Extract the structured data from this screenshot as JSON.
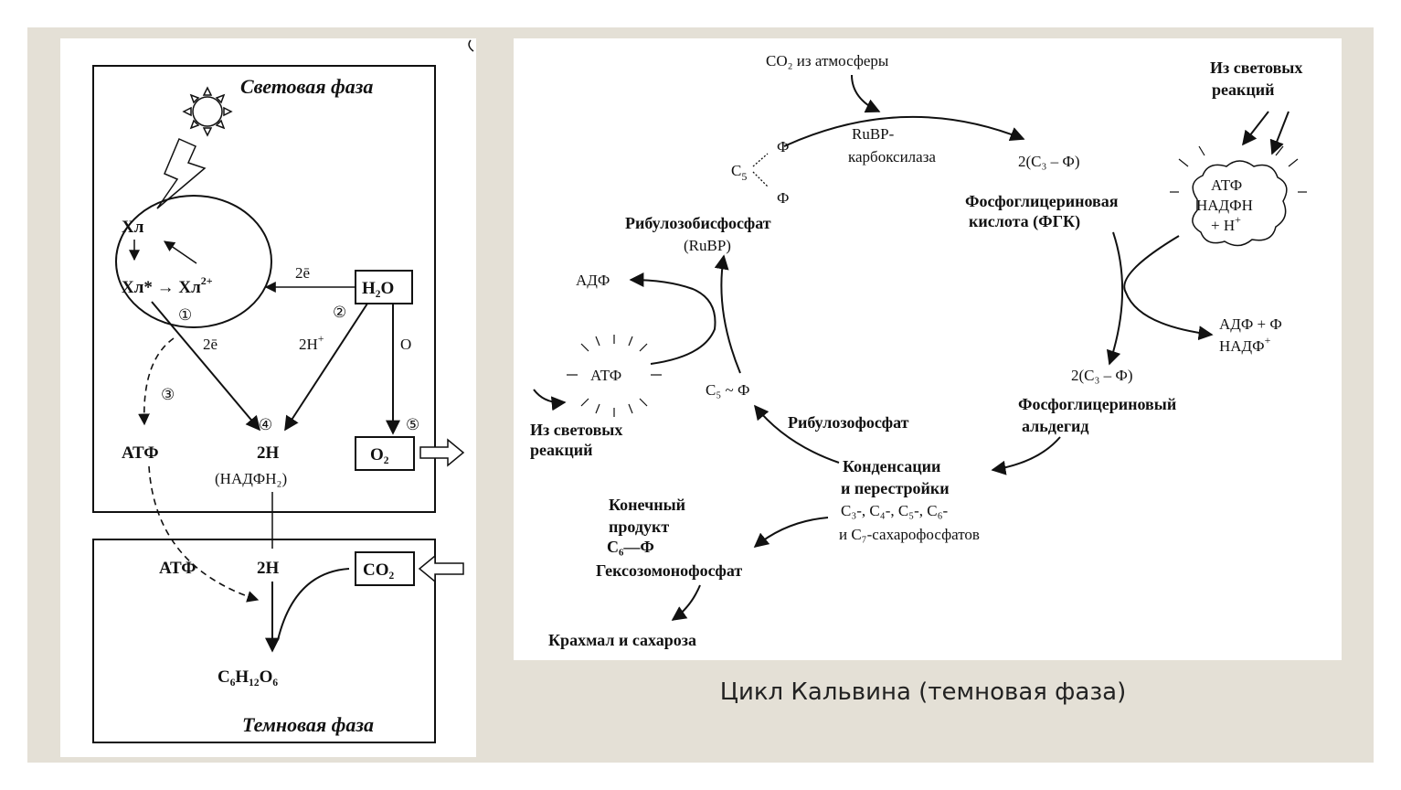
{
  "caption": "Цикл Кальвина (темновая фаза)",
  "colors": {
    "background": "#e4e0d6",
    "panel": "#ffffff",
    "ink": "#111111"
  },
  "left_diagram": {
    "light_phase_title": "Световая фаза",
    "dark_phase_title": "Темновая фаза",
    "chl": "Хл",
    "chl_excited": "Хл* → Хл",
    "chl_excited_sup": "2+",
    "water": "H₂O",
    "two_e": "2ē",
    "two_e_2": "2ē",
    "two_h_plus": "2H",
    "two_h_plus_sup": "+",
    "oxygen": "O",
    "o2": "O₂",
    "atf": "АТФ",
    "two_h": "2H",
    "nadph2": "(НАДФН₂)",
    "atf_2": "АТФ",
    "two_h_2": "2H",
    "co2": "CO₂",
    "glucose": "C₆H₁₂O₆",
    "step_1": "①",
    "step_2": "②",
    "step_3": "③",
    "step_4": "④",
    "step_5": "⑤"
  },
  "calvin_cycle": {
    "co2_source": "CO₂ из атмосферы",
    "rubp_carboxylase_1": "RuBP-",
    "rubp_carboxylase_2": "карбоксилаза",
    "c5": "C",
    "c5_sub": "5",
    "phi_top": "Ф",
    "phi_bottom": "Ф",
    "two_c3_phi_top": "2(C₃ – Ф)",
    "pga_1": "Фосфоглицериновая",
    "pga_2": "кислота (ФГК)",
    "from_light_top_1": "Из световых",
    "from_light_top_2": "реакций",
    "cloud_atf": "АТФ",
    "cloud_nadph": "НАДФН",
    "cloud_h": "+ Н",
    "cloud_h_sup": "+",
    "adp_phi": "АДФ + Ф",
    "nadp": "НАДФ",
    "nadp_sup": "+",
    "two_c3_phi_bottom": "2(C₃ – Ф)",
    "pgald_1": "Фосфоглицериновый",
    "pgald_2": "альдегид",
    "rubp_1": "Рибулозобисфосфат",
    "rubp_2": "(RuBP)",
    "adp": "АДФ",
    "atf_burst": "АТФ",
    "from_light_left_1": "Из световых",
    "from_light_left_2": "реакций",
    "c5_phi": "C₅ ~ Ф",
    "ribulose_phosphate": "Рибулозофосфат",
    "condensation_1": "Конденсации",
    "condensation_2": "и перестройки",
    "condensation_3": "C₃-, C₄-, C₅-, C₆-",
    "condensation_4": "и C₇-сахарофосфатов",
    "end_product_1": "Конечный",
    "end_product_2": "продукт",
    "end_product_3": "C₆—Ф",
    "hexose": "Гексозомонофосфат",
    "starch_sucrose": "Крахмал и сахароза"
  }
}
